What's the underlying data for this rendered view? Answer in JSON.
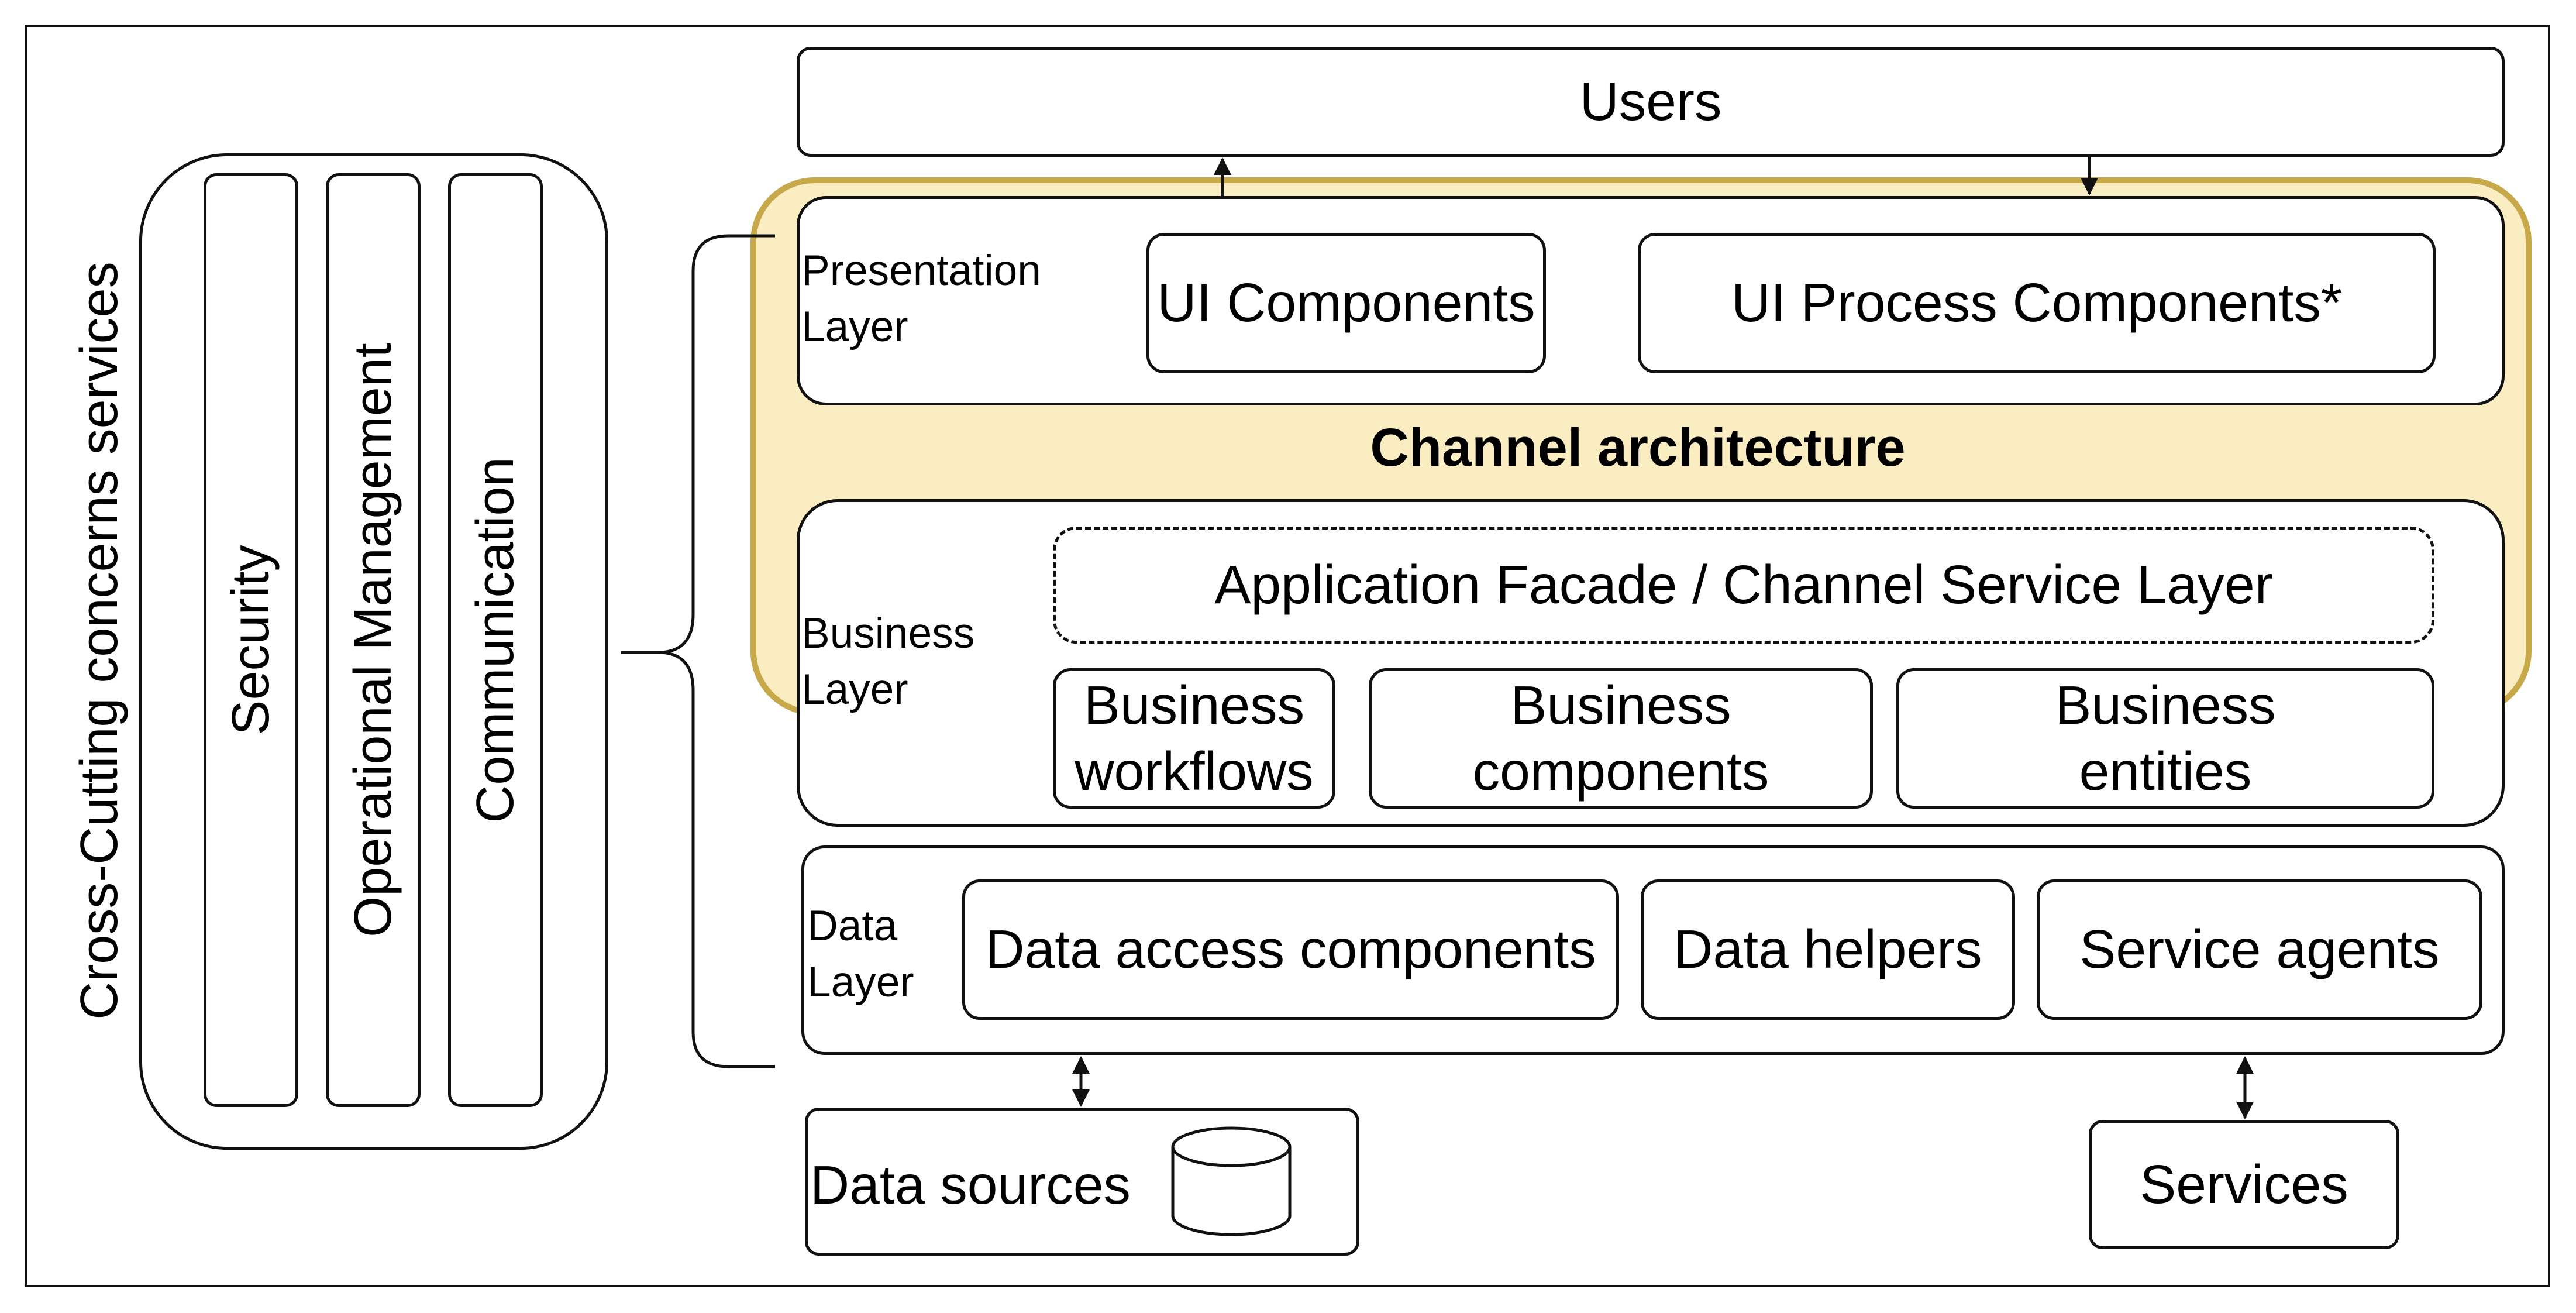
{
  "cross_cutting": {
    "title": "Cross-Cutting concerns services",
    "items": [
      "Security",
      "Operational Management",
      "Communication"
    ]
  },
  "users": "Users",
  "channel_label": "Channel architecture",
  "presentation": {
    "label": "Presentation\nLayer",
    "ui_components": "UI Components",
    "ui_process": "UI Process Components*"
  },
  "business": {
    "label": "Business\nLayer",
    "facade": "Application Facade / Channel Service Layer",
    "workflows": "Business\nworkflows",
    "components": "Business\ncomponents",
    "entities": "Business\nentities"
  },
  "data_layer": {
    "label": "Data\nLayer",
    "access": "Data access components",
    "helpers": "Data helpers",
    "agents": "Service agents"
  },
  "data_sources": "Data sources",
  "services": "Services",
  "colors": {
    "channel_fill": "#fbedc2",
    "channel_border": "#c8a94a",
    "stroke": "#111111"
  }
}
